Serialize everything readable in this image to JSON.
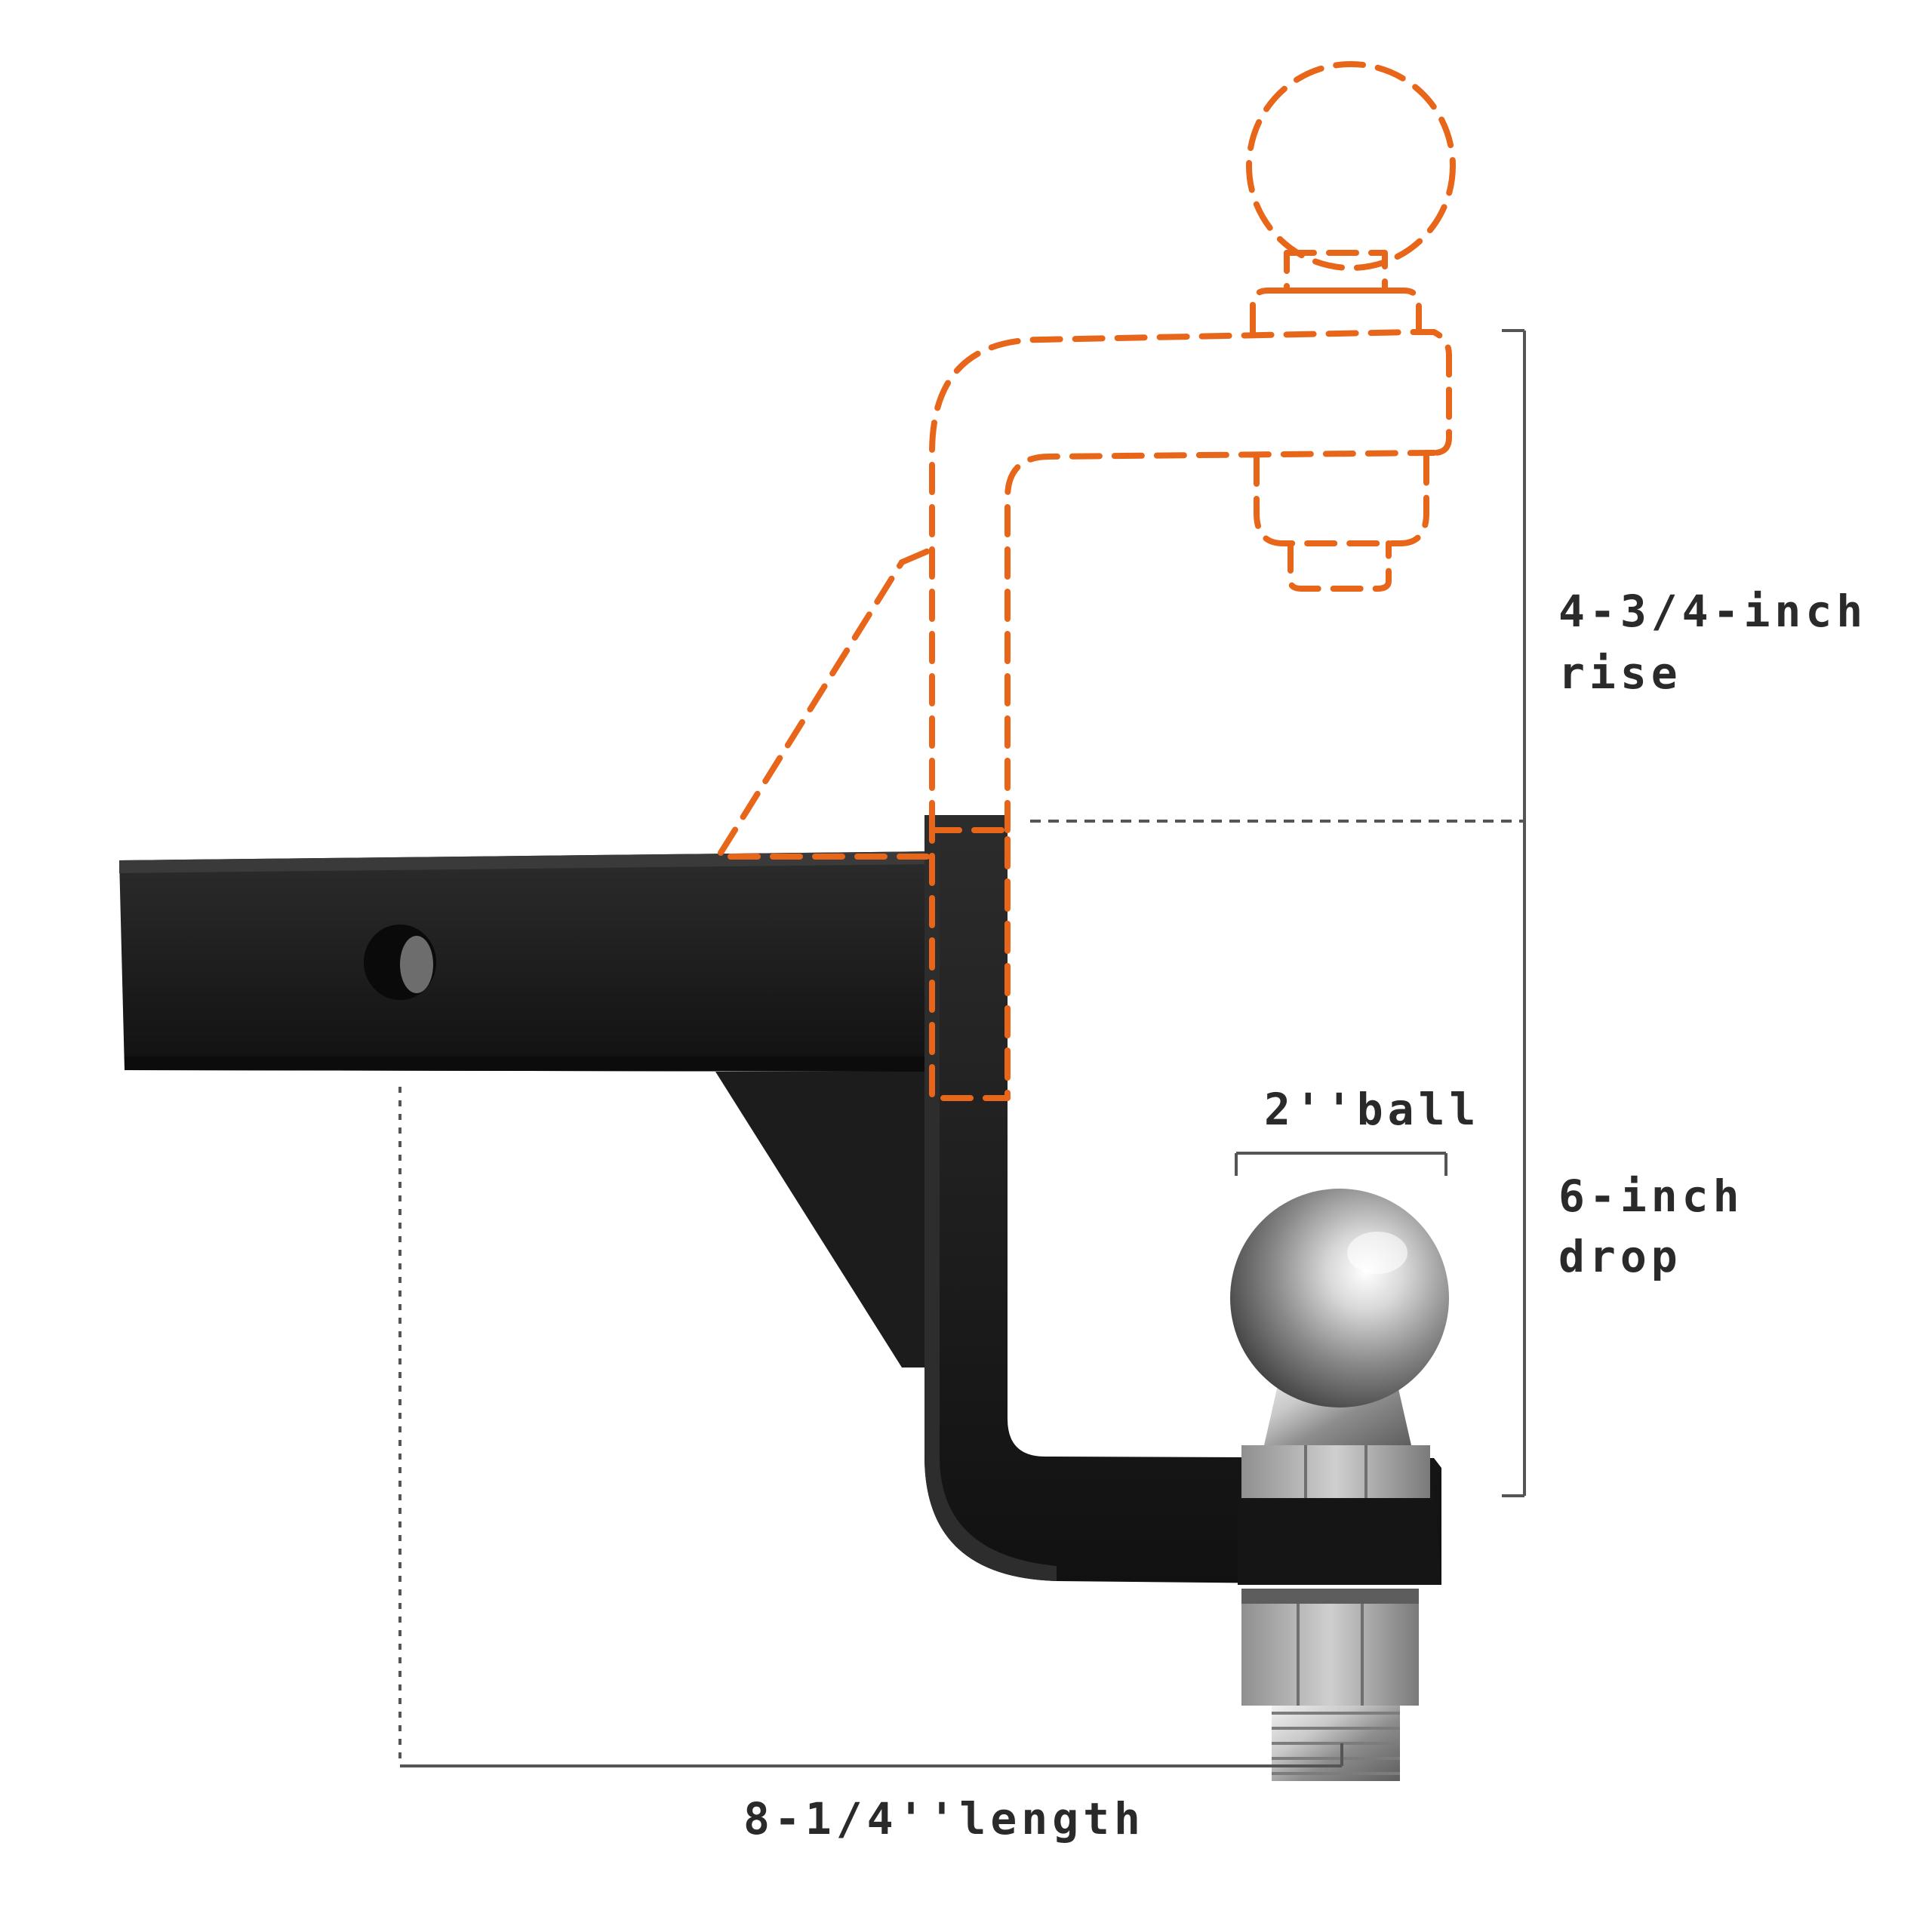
{
  "labels": {
    "rise_line1": "4-3/4-inch",
    "rise_line2": "rise",
    "drop_line1": "6-inch",
    "drop_line2": "drop",
    "ball": "2''ball",
    "length": "8-1/4''length"
  },
  "colors": {
    "outline_dashed": "#e8661a",
    "hitch_body": "#1f1f1f",
    "dimension_lines": "#555555",
    "label_text": "#2a2a2a",
    "chrome": "#b8b8b8"
  },
  "parts": {
    "shank": "receiver-shank",
    "drop_bar": "drop-bar",
    "hitch_ball": "hitch-ball",
    "alternate_rise_position": "dashed-rise-outline"
  }
}
